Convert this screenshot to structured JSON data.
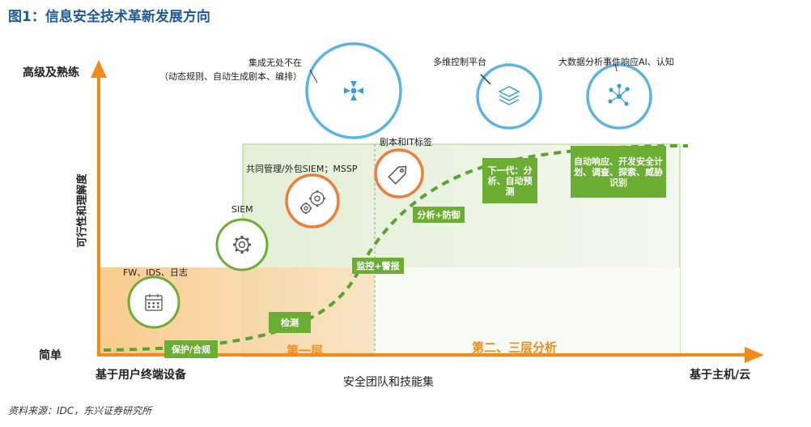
{
  "title": "图1：信息安全技术革新发展方向",
  "source": "资料来源：IDC，东兴证券研究所",
  "axes": {
    "y_top": "高级及熟练",
    "y_bottom": "简单",
    "y_title": "可行性和理解度",
    "x_left": "基于用户终端设备",
    "x_center": "安全团队和技能集",
    "x_right": "基于主机/云"
  },
  "nodes": {
    "fw": "FW、IDS、日志",
    "siem": "SIEM",
    "shared": "共同管理/外包SIEM；MSSP",
    "script": "剧本和IT标签",
    "integrated_title": "集成无处不在",
    "integrated_sub": "（动态规则、自动生成剧本、编排）",
    "multi": "多维控制平台",
    "bigdata": "大数据分析事件响应AI、认知"
  },
  "stages": {
    "protect": "保护/合规",
    "detect": "检测",
    "monitor": "监控+警报",
    "analyze": "分析+防御",
    "nextgen": "下一代：分析、自动预测",
    "auto": "自动响应、开发安全计划、调查、探索、威胁识别"
  },
  "tiers": {
    "first": "第一层",
    "second": "第二、三层分析"
  },
  "colors": {
    "orange": "#f28a1e",
    "green": "#6cae34",
    "blue": "#5bb4e0",
    "title_blue": "#1f5a96"
  }
}
